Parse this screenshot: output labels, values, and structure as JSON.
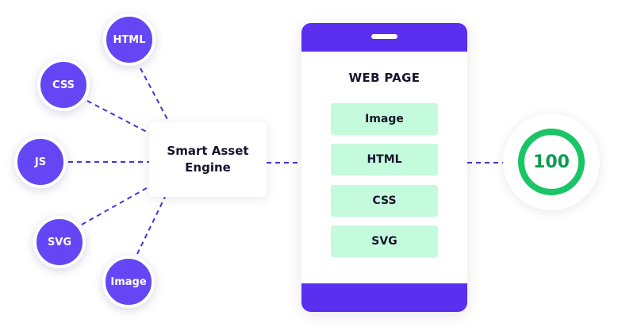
{
  "colors": {
    "accent": "#5a2ff0",
    "node": "#6546f5",
    "block": "#c4fbdc",
    "score": "#19c565",
    "text": "#15152e"
  },
  "assets": [
    "HTML",
    "CSS",
    "JS",
    "SVG",
    "Image"
  ],
  "engine": {
    "label": "Smart Asset Engine"
  },
  "webpage": {
    "title": "WEB PAGE",
    "blocks": [
      "Image",
      "HTML",
      "CSS",
      "SVG"
    ]
  },
  "score": {
    "value": "100",
    "percent": 100
  }
}
